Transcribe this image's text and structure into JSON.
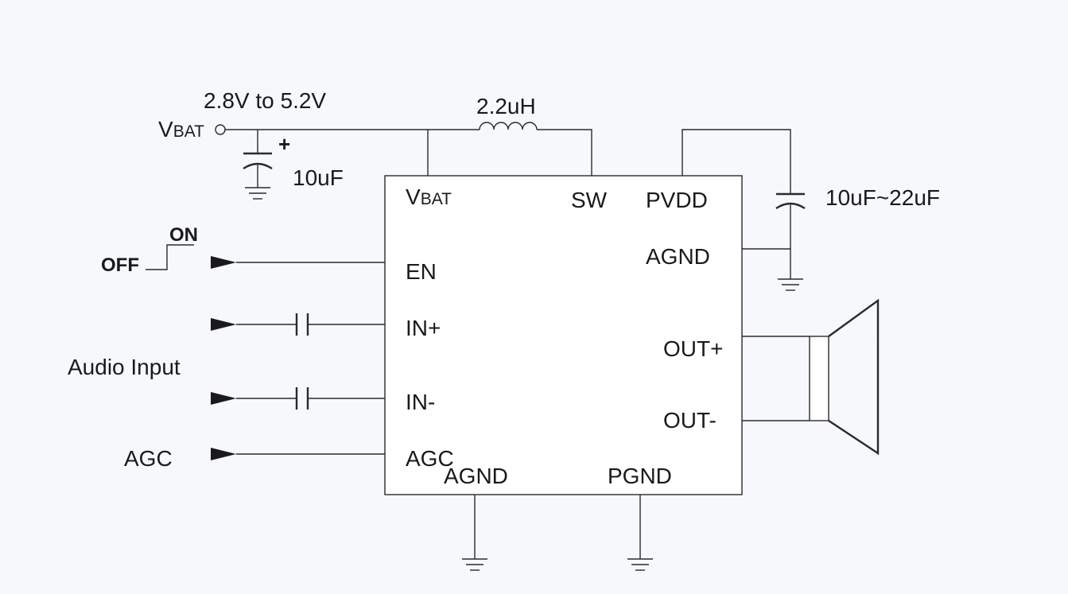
{
  "supply": {
    "node_label_main": "V",
    "node_label_sub": "BAT",
    "voltage_range": "2.8V to 5.2V",
    "input_cap": "10uF",
    "polarity": "+",
    "inductor": "2.2uH"
  },
  "output_cap": "10uF~22uF",
  "switch": {
    "on": "ON",
    "off": "OFF"
  },
  "inputs": {
    "audio": "Audio Input",
    "agc": "AGC"
  },
  "ic_pins": {
    "vbat_main": "V",
    "vbat_sub": "BAT",
    "sw": "SW",
    "pvdd": "PVDD",
    "agnd_right": "AGND",
    "en": "EN",
    "in_plus": "IN+",
    "in_minus": "IN-",
    "agc": "AGC",
    "agnd_bottom": "AGND",
    "pgnd": "PGND",
    "out_plus": "OUT+",
    "out_minus": "OUT-"
  },
  "colors": {
    "line": "#2a2a2a",
    "text": "#1a1a1a",
    "background": "#f6f8fb"
  }
}
